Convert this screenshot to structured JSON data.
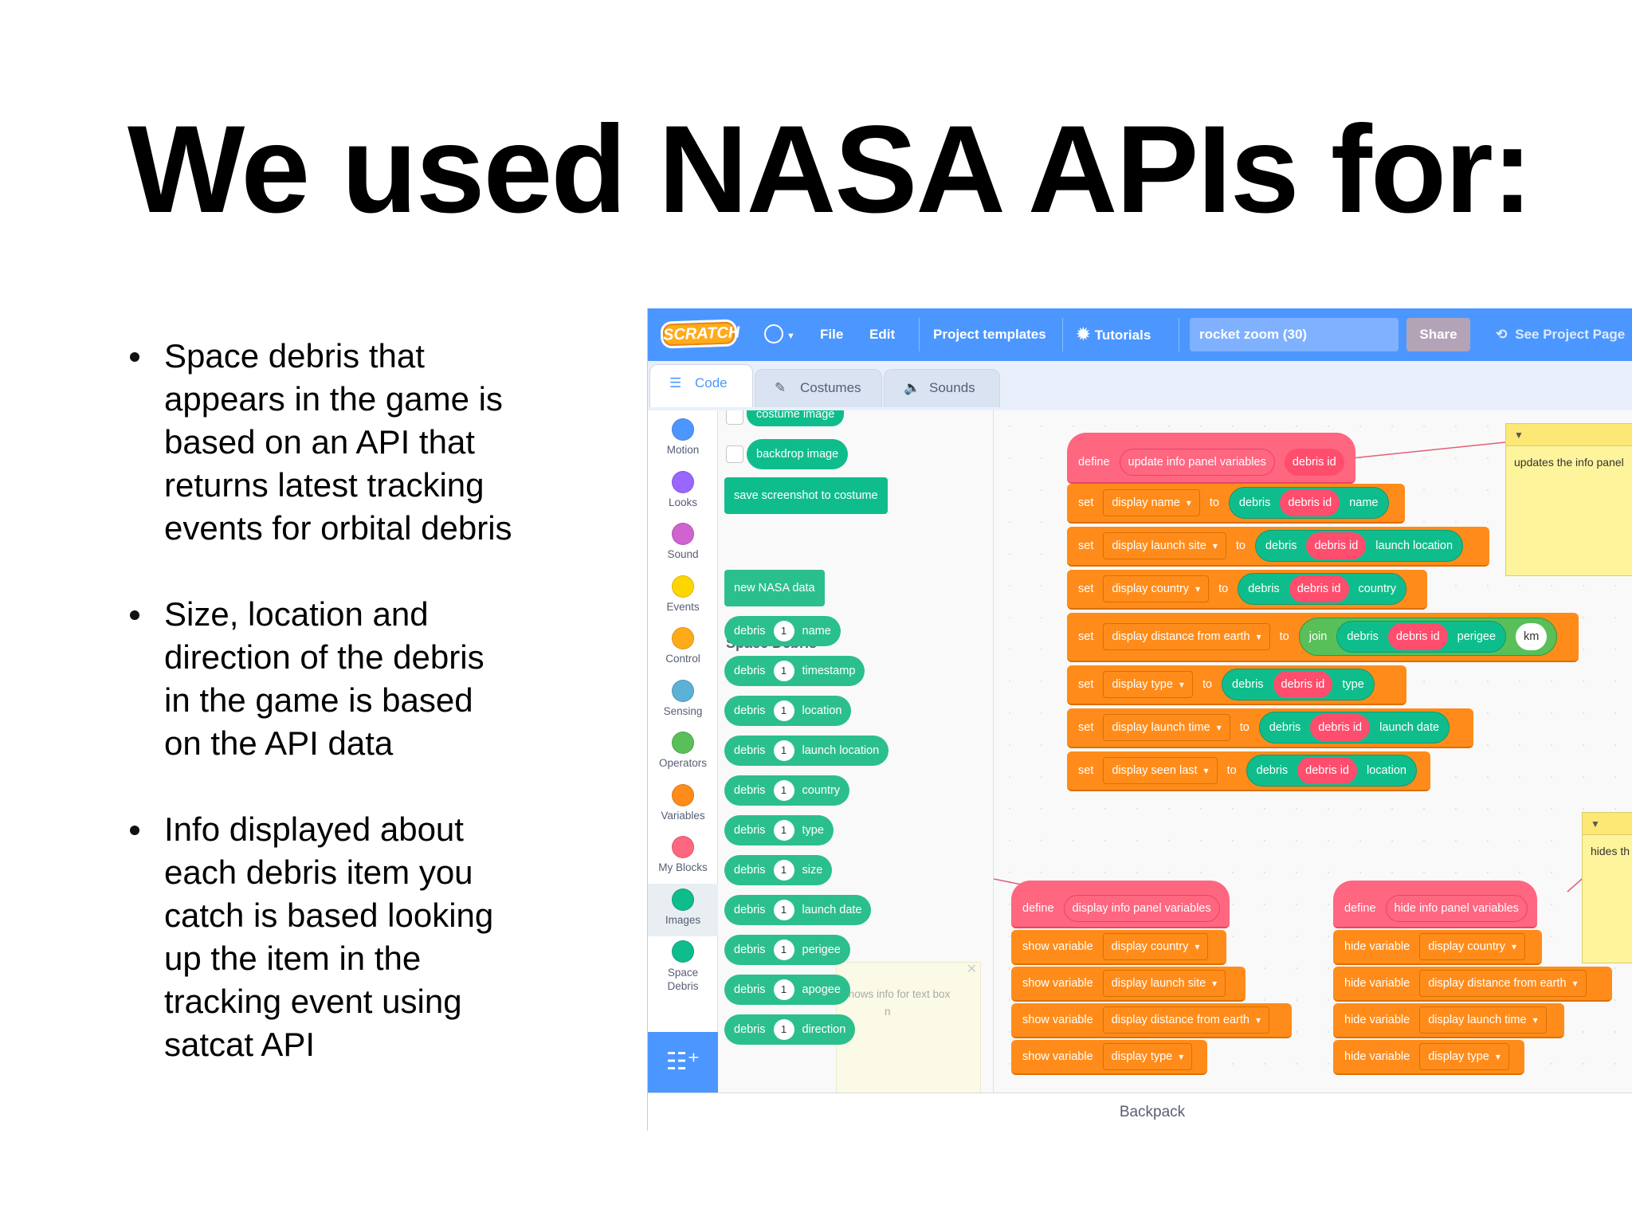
{
  "slide": {
    "title": "We used NASA APIs for:",
    "bullets": [
      "Space debris that\nappears in the game is\nbased on an API that\nreturns latest tracking\nevents for orbital debris",
      "Size, location and\ndirection of the debris\nin the game is based\non the API data",
      "Info displayed about\neach debris item you\ncatch is based looking\nup the item in the\ntracking event using\nsatcat API"
    ]
  },
  "scratch": {
    "menu": {
      "logo": "SCRATCH",
      "language_icon": "globe-icon",
      "file": "File",
      "edit": "Edit",
      "project_templates": "Project templates",
      "tutorials": "Tutorials",
      "project_name": "rocket zoom (30)",
      "share": "Share",
      "see_project_page": "See Project Page"
    },
    "tabs": {
      "code": "Code",
      "costumes": "Costumes",
      "sounds": "Sounds"
    },
    "categories": [
      {
        "label": "Motion",
        "color": "#4c97ff"
      },
      {
        "label": "Looks",
        "color": "#9966ff"
      },
      {
        "label": "Sound",
        "color": "#cf63cf"
      },
      {
        "label": "Events",
        "color": "#ffd500"
      },
      {
        "label": "Control",
        "color": "#ffab19"
      },
      {
        "label": "Sensing",
        "color": "#5cb1d6"
      },
      {
        "label": "Operators",
        "color": "#59c059"
      },
      {
        "label": "Variables",
        "color": "#ff8c1a"
      },
      {
        "label": "My Blocks",
        "color": "#ff6680"
      },
      {
        "label": "Images",
        "color": "#0fbd8c"
      },
      {
        "label": "Space\nDebris",
        "color": "#0fbd8c"
      }
    ],
    "palette": {
      "costume_image": "costume image",
      "backdrop_image": "backdrop image",
      "save_screenshot": "save screenshot to costume",
      "section_title": "Space Debris",
      "new_nasa_data": "new NASA data",
      "debris_word": "debris",
      "debris_index": "1",
      "fields": [
        "name",
        "timestamp",
        "location",
        "launch location",
        "country",
        "type",
        "size",
        "launch date",
        "perigee",
        "apogee",
        "direction"
      ],
      "ghost_text": "shows info for text box",
      "ghost_n": "n"
    },
    "script1": {
      "define": "define",
      "proc": "update info panel variables",
      "arg": "debris id",
      "set": "set",
      "to": "to",
      "debris": "debris",
      "debris_id": "debris id",
      "rows": [
        {
          "var": "display name",
          "field": "name"
        },
        {
          "var": "display launch site",
          "field": "launch location"
        },
        {
          "var": "display country",
          "field": "country"
        },
        {
          "var": "display distance from earth",
          "field": "perigee",
          "join": "join",
          "unit": "km"
        },
        {
          "var": "display type",
          "field": "type"
        },
        {
          "var": "display launch time",
          "field": "launch date"
        },
        {
          "var": "display seen last",
          "field": "location"
        }
      ]
    },
    "script2": {
      "define": "define",
      "proc": "display info panel variables",
      "action": "show variable",
      "rows": [
        "display country",
        "display launch site",
        "display distance from earth",
        "display type"
      ]
    },
    "script3": {
      "define": "define",
      "proc": "hide info panel variables",
      "action": "hide variable",
      "rows": [
        "display country",
        "display distance from earth",
        "display launch time",
        "display type"
      ]
    },
    "notes": {
      "note1": "updates the info panel",
      "note2": "hides th"
    },
    "backpack": "Backpack"
  }
}
